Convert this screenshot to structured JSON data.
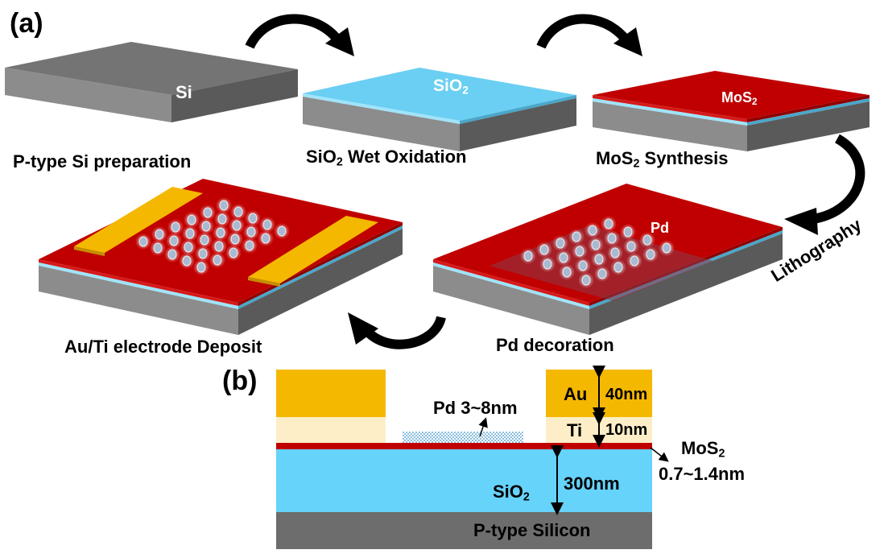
{
  "colors": {
    "si": "#7b7b7b",
    "sio2": "#62cdf2",
    "mos2": "#c00000",
    "au": "#f5b800",
    "ti": "#fdeec8",
    "pd": "#b8c6d8",
    "arrow": "#000000"
  },
  "panel_a": {
    "label": "(a)",
    "steps": [
      {
        "caption_pre": "P-type Si preparation",
        "caption_sub": "",
        "caption_post": ""
      },
      {
        "caption_pre": "SiO",
        "caption_sub": "2",
        "caption_post": " Wet Oxidation"
      },
      {
        "caption_pre": "MoS",
        "caption_sub": "2",
        "caption_post": " Synthesis"
      },
      {
        "caption_pre": "Pd decoration",
        "caption_sub": "",
        "caption_post": ""
      },
      {
        "caption_pre": "Au/Ti electrode Deposit",
        "caption_sub": "",
        "caption_post": ""
      }
    ],
    "layer_labels": {
      "si": "Si",
      "sio2_pre": "SiO",
      "sio2_sub": "2",
      "mos2_pre": "MoS",
      "mos2_sub": "2",
      "pd": "Pd"
    },
    "side_label": "Lithography"
  },
  "panel_b": {
    "label": "(b)",
    "pd_label": "Pd 3~8nm",
    "au_label": "Au",
    "au_thickness": "40nm",
    "ti_label": "Ti",
    "ti_thickness": "10nm",
    "mos2_pre": "MoS",
    "mos2_sub": "2",
    "mos2_thickness": "0.7~1.4nm",
    "sio2_pre": "SiO",
    "sio2_sub": "2",
    "sio2_thickness": "300nm",
    "si_label": "P-type Silicon"
  }
}
